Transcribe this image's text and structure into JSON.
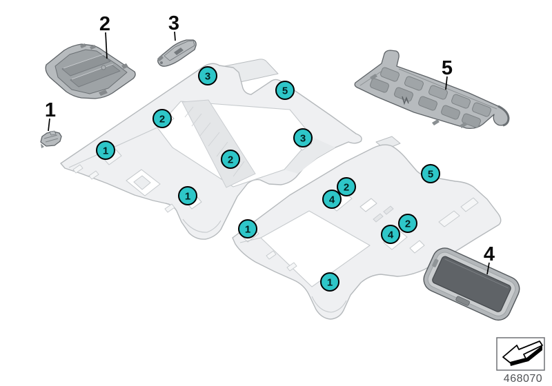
{
  "diagram": {
    "accent_color": "#2ec6c8",
    "part_labels": [
      {
        "text": "1"
      },
      {
        "text": "2"
      },
      {
        "text": "3"
      },
      {
        "text": "4"
      },
      {
        "text": "5"
      }
    ],
    "callouts": [
      {
        "n": "3"
      },
      {
        "n": "5"
      },
      {
        "n": "2"
      },
      {
        "n": "3"
      },
      {
        "n": "1"
      },
      {
        "n": "2"
      },
      {
        "n": "1"
      },
      {
        "n": "5"
      },
      {
        "n": "2"
      },
      {
        "n": "4"
      },
      {
        "n": "2"
      },
      {
        "n": "4"
      },
      {
        "n": "1"
      },
      {
        "n": "1"
      }
    ],
    "part_number": "468070"
  }
}
